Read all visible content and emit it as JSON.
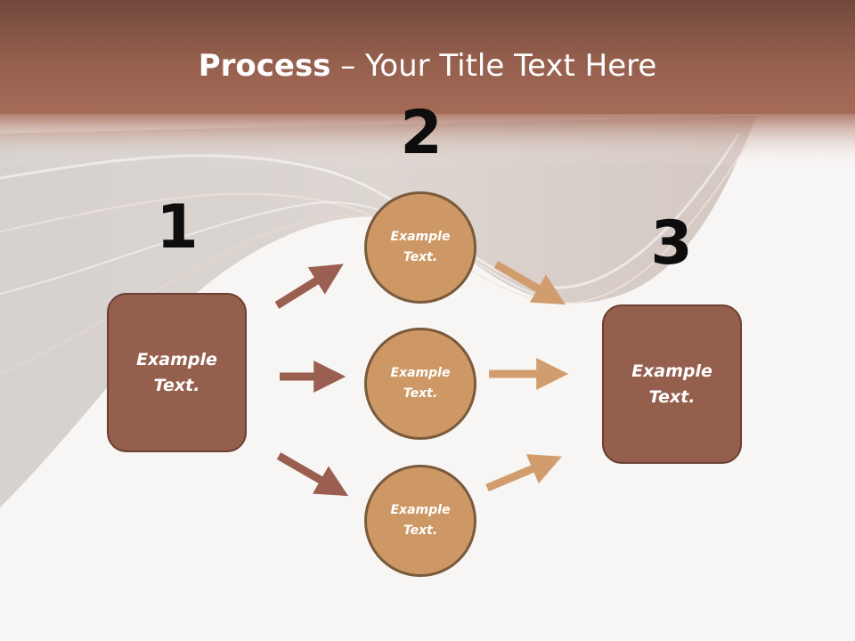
{
  "title": {
    "bold": "Process",
    "rest": " – Your Title Text Here"
  },
  "steps": {
    "one": "1",
    "two": "2",
    "three": "3"
  },
  "left_box": {
    "text": "Example Text."
  },
  "right_box": {
    "text": "Example Text."
  },
  "circles": [
    {
      "text": "Example Text."
    },
    {
      "text": "Example Text."
    },
    {
      "text": "Example Text."
    }
  ],
  "colors": {
    "header": "#8b5444",
    "box": "#955f4e",
    "circle": "#cd9865",
    "arrow_left": "#9a5f50",
    "arrow_right": "#d19d6e"
  }
}
